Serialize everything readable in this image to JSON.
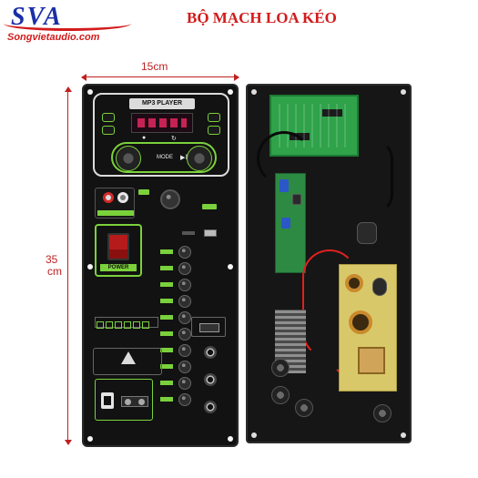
{
  "brand": {
    "logo_text": "SVA",
    "website": "Songvietaudio.com",
    "brand_color": "#1b2fa8",
    "accent_color": "#d21b1b"
  },
  "title": "BỘ MẠCH LOA KÉO",
  "dimensions": {
    "width_label": "15cm",
    "height_value": "35",
    "height_unit": "cm",
    "marker_color": "#c02020"
  },
  "front_panel": {
    "mp3_label": "MP3 PLAYER",
    "mode_label": "MODE",
    "power_label": "POWER",
    "panel_accent": "#7bd13b",
    "icons": [
      "play-pause-icon",
      "repeat-icon",
      "usb-port",
      "warning-icon"
    ]
  },
  "back_panel": {
    "pcb_color": "#2fa24a",
    "psu_color": "#d9c86a",
    "wire_color": "#e02020"
  }
}
